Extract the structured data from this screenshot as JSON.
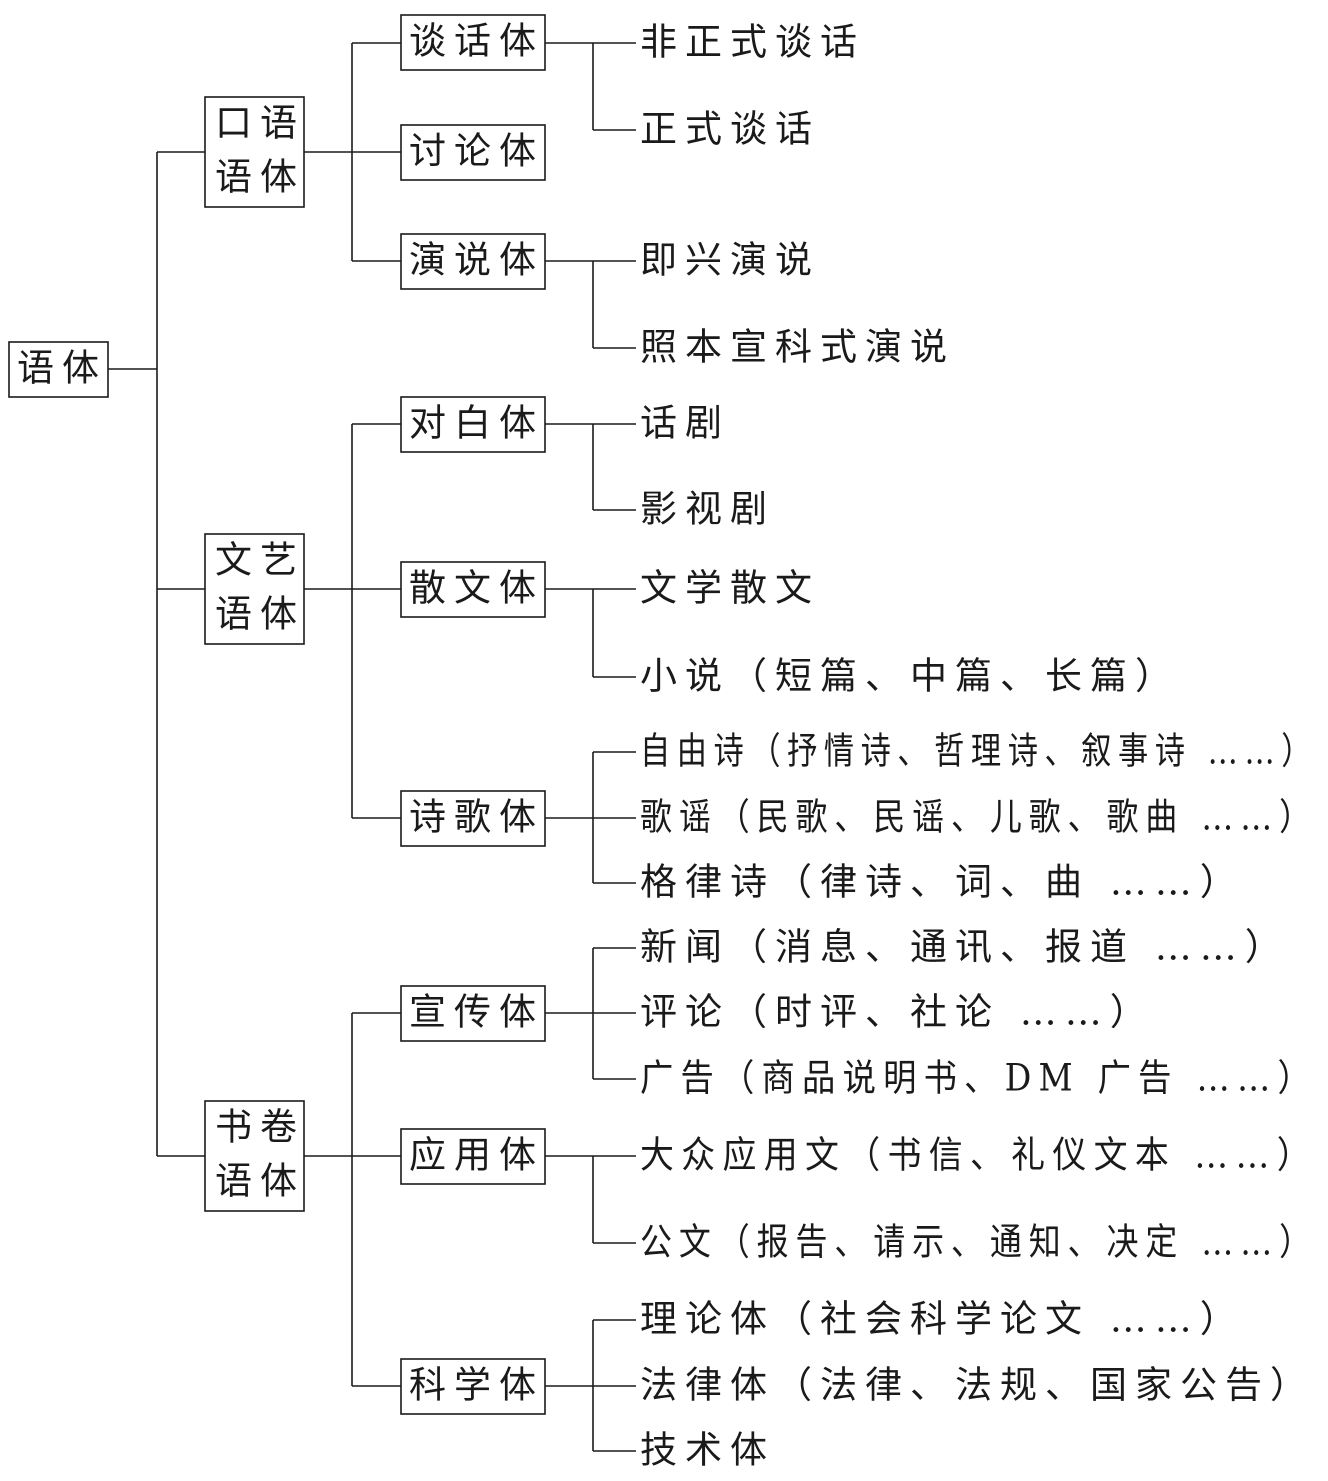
{
  "root": {
    "label": "语体"
  },
  "level1": [
    {
      "id": "oral",
      "label_line1": "口语",
      "label_line2": "语体"
    },
    {
      "id": "literary",
      "label_line1": "文艺",
      "label_line2": "语体"
    },
    {
      "id": "written",
      "label_line1": "书卷",
      "label_line2": "语体"
    }
  ],
  "level2": [
    {
      "id": "talk",
      "label": "谈话体",
      "children": [
        "非正式谈话",
        "正式谈话"
      ]
    },
    {
      "id": "discussion",
      "label": "讨论体",
      "children": []
    },
    {
      "id": "speech",
      "label": "演说体",
      "children": [
        "即兴演说",
        "照本宣科式演说"
      ]
    },
    {
      "id": "dialogue",
      "label": "对白体",
      "children": [
        "话剧",
        "影视剧"
      ]
    },
    {
      "id": "prose",
      "label": "散文体",
      "children": [
        "文学散文",
        "小说（短篇、中篇、长篇）"
      ]
    },
    {
      "id": "poetry",
      "label": "诗歌体",
      "children": [
        "自由诗（抒情诗、哲理诗、叙事诗 ……）",
        "歌谣（民歌、民谣、儿歌、歌曲 ……）",
        "格律诗（律诗、词、曲 ……）"
      ]
    },
    {
      "id": "propaganda",
      "label": "宣传体",
      "children": [
        "新闻（消息、通讯、报道 ……）",
        "评论（时评、社论 ……）",
        "广告（商品说明书、DM 广告 ……）"
      ]
    },
    {
      "id": "applied",
      "label": "应用体",
      "children": [
        "大众应用文（书信、礼仪文本 ……）",
        "公文（报告、请示、通知、决定 ……）"
      ]
    },
    {
      "id": "science",
      "label": "科学体",
      "children": [
        "理论体（社会科学论文 ……）",
        "法律体（法律、法规、国家公告）",
        "技术体"
      ]
    }
  ]
}
